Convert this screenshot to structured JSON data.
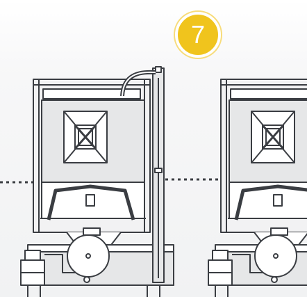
{
  "step_badge": {
    "number": "7",
    "color": "#f0c41d"
  },
  "colors": {
    "stroke": "#3a3d42",
    "panel": "#e6e7e8",
    "panel_light": "#f2f2f3",
    "background_band": "#f5f6f7"
  },
  "scene": {
    "units": [
      {
        "name": "ibc-tote-unit-left"
      },
      {
        "name": "ibc-tote-unit-right"
      }
    ]
  }
}
